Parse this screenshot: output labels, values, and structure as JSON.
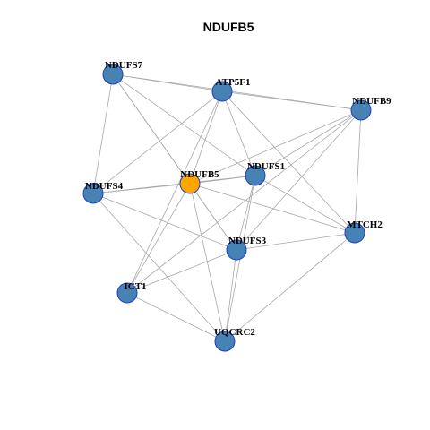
{
  "title": "NDUFB5",
  "colors": {
    "background": "#ffffff",
    "node_default": "#4682b4",
    "node_focus": "#ffa500",
    "node_border": "#1e3fbf",
    "edge": "#a8a8a8"
  },
  "nodes": [
    {
      "id": "NDUFS7",
      "label": "NDUFS7",
      "focus": false
    },
    {
      "id": "ATP5F1",
      "label": "ATP5F1",
      "focus": false
    },
    {
      "id": "NDUFB9",
      "label": "NDUFB9",
      "focus": false
    },
    {
      "id": "NDUFS1",
      "label": "NDUFS1",
      "focus": false
    },
    {
      "id": "NDUFB5",
      "label": "NDUFB5",
      "focus": true
    },
    {
      "id": "NDUFS4",
      "label": "NDUFS4",
      "focus": false
    },
    {
      "id": "MTCH2",
      "label": "MTCH2",
      "focus": false
    },
    {
      "id": "NDUFS3",
      "label": "NDUFS3",
      "focus": false
    },
    {
      "id": "ICT1",
      "label": "ICT1",
      "focus": false
    },
    {
      "id": "UQCRC2",
      "label": "UQCRC2",
      "focus": false
    }
  ],
  "edges": [
    [
      "NDUFS7",
      "ATP5F1"
    ],
    [
      "NDUFS7",
      "NDUFB9"
    ],
    [
      "NDUFS7",
      "NDUFS4"
    ],
    [
      "NDUFS7",
      "NDUFB5"
    ],
    [
      "NDUFS7",
      "NDUFS1"
    ],
    [
      "NDUFS7",
      "NDUFS3"
    ],
    [
      "ATP5F1",
      "NDUFB9"
    ],
    [
      "ATP5F1",
      "NDUFS4"
    ],
    [
      "ATP5F1",
      "NDUFB5"
    ],
    [
      "ATP5F1",
      "NDUFS1"
    ],
    [
      "ATP5F1",
      "MTCH2"
    ],
    [
      "ATP5F1",
      "ICT1"
    ],
    [
      "NDUFB9",
      "NDUFB5"
    ],
    [
      "NDUFB9",
      "NDUFS1"
    ],
    [
      "NDUFB9",
      "MTCH2"
    ],
    [
      "NDUFB9",
      "NDUFS3"
    ],
    [
      "NDUFB9",
      "ICT1"
    ],
    [
      "NDUFB5",
      "NDUFS4"
    ],
    [
      "NDUFB5",
      "NDUFS1"
    ],
    [
      "NDUFB5",
      "NDUFS3"
    ],
    [
      "NDUFB5",
      "MTCH2"
    ],
    [
      "NDUFB5",
      "ICT1"
    ],
    [
      "NDUFB5",
      "UQCRC2"
    ],
    [
      "NDUFS4",
      "NDUFS1"
    ],
    [
      "NDUFS4",
      "NDUFS3"
    ],
    [
      "NDUFS4",
      "UQCRC2"
    ],
    [
      "NDUFS1",
      "MTCH2"
    ],
    [
      "NDUFS1",
      "NDUFS3"
    ],
    [
      "NDUFS1",
      "UQCRC2"
    ],
    [
      "NDUFS3",
      "MTCH2"
    ],
    [
      "NDUFS3",
      "ICT1"
    ],
    [
      "NDUFS3",
      "UQCRC2"
    ],
    [
      "MTCH2",
      "UQCRC2"
    ],
    [
      "ICT1",
      "UQCRC2"
    ]
  ]
}
